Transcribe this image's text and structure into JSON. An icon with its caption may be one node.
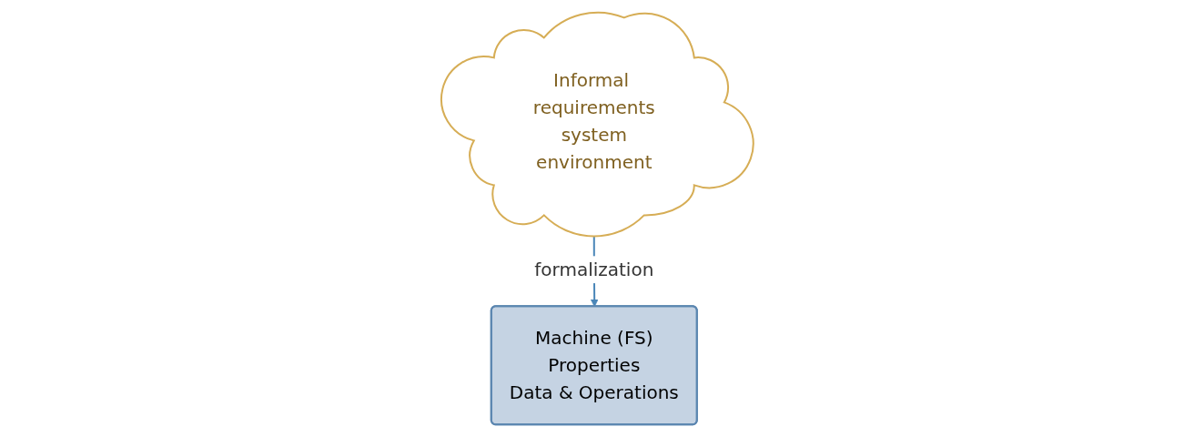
{
  "diagram": {
    "nodes": [
      {
        "text": [
          "Informal requirements",
          "system",
          "environment"
        ]
      },
      {
        "text": [
          "Machine (FS)",
          "Properties",
          "Data & Operations"
        ]
      }
    ],
    "edges": [
      {
        "from": 0,
        "to": 1,
        "arrow": "to",
        "label": "formalization"
      }
    ]
  }
}
